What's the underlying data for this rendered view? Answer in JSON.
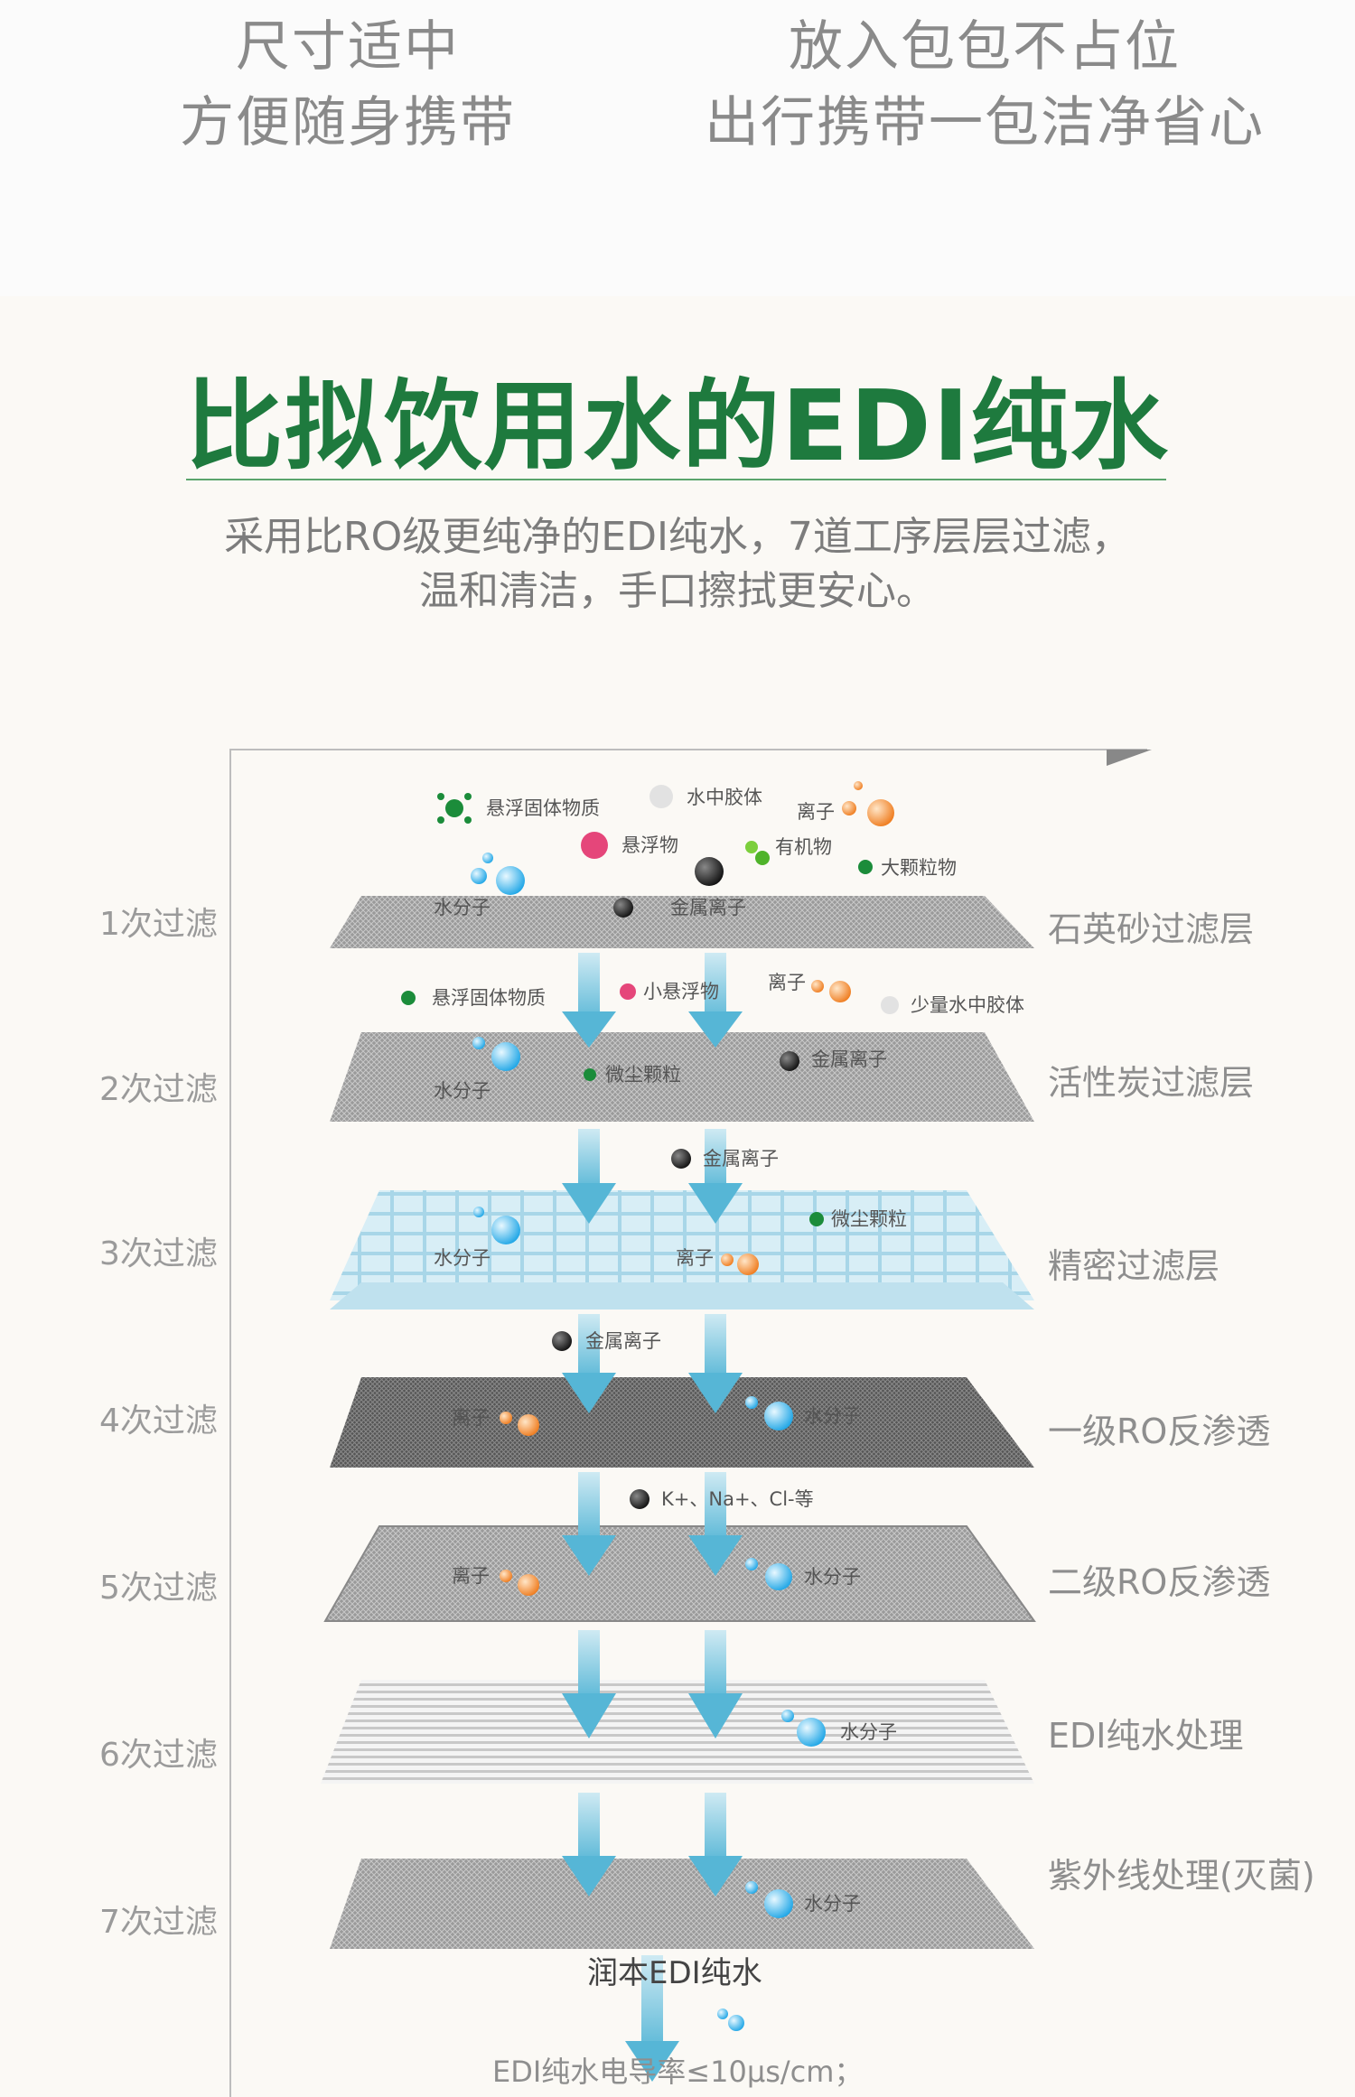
{
  "top": {
    "left_line1": "尺寸适中",
    "left_line2": "方便随身携带",
    "right_line1": "放入包包不占位",
    "right_line2": "出行携带一包洁净省心"
  },
  "headline": {
    "title": "比拟饮用水的EDI纯水",
    "subtitle_line1": "采用比RO级更纯净的EDI纯水，7道工序层层过滤，",
    "subtitle_line2": "温和清洁，手口擦拭更安心。"
  },
  "steps": [
    "1次过滤",
    "2次过滤",
    "3次过滤",
    "4次过滤",
    "5次过滤",
    "6次过滤",
    "7次过滤"
  ],
  "layers": [
    "石英砂过滤层",
    "活性炭过滤层",
    "精密过滤层",
    "一级RO反渗透",
    "二级RO反渗透",
    "EDI纯水处理",
    "紫外线处理(灭菌)"
  ],
  "particles": {
    "l1": [
      "悬浮固体物质",
      "水中胶体",
      "离子",
      "悬浮物",
      "有机物",
      "大颗粒物",
      "水分子",
      "金属离子"
    ],
    "l2": [
      "悬浮固体物质",
      "小悬浮物",
      "离子",
      "少量水中胶体",
      "水分子",
      "微尘颗粒",
      "金属离子"
    ],
    "l3": [
      "金属离子",
      "微尘颗粒",
      "水分子",
      "离子"
    ],
    "l4": [
      "金属离子",
      "离子",
      "水分子"
    ],
    "l5": [
      "K+、Na+、Cl-等",
      "离子",
      "水分子"
    ],
    "l6": [
      "水分子"
    ],
    "l7": [
      "水分子"
    ]
  },
  "output": {
    "label": "润本EDI纯水",
    "footnote": "EDI纯水电导率≤10μs/cm；"
  },
  "colors": {
    "title_green": "#1e7a3e",
    "arrow_blue": "#6cc3dd",
    "water_blue": "#3db4e8",
    "ion_orange": "#f08a2c"
  }
}
